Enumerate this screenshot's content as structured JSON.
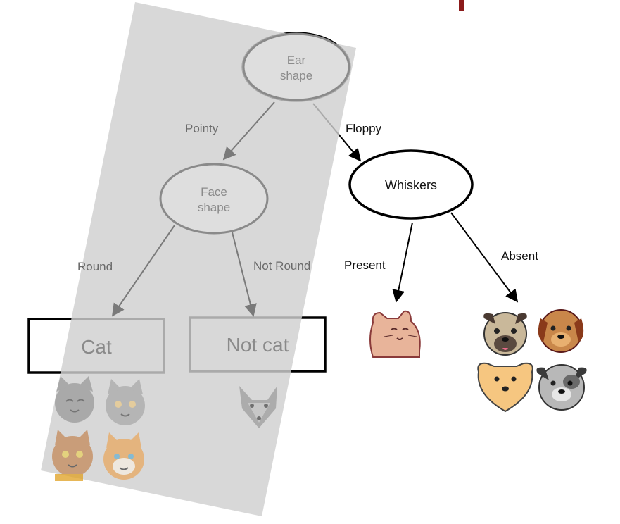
{
  "root_node": {
    "line1": "Ear",
    "line2": "shape"
  },
  "left_node": {
    "line1": "Face",
    "line2": "shape"
  },
  "right_node": {
    "label": "Whiskers"
  },
  "edges": {
    "pointy": "Pointy",
    "floppy": "Floppy",
    "round": "Round",
    "not_round": "Not Round",
    "present": "Present",
    "absent": "Absent"
  },
  "leaves": {
    "cat": "Cat",
    "not_cat": "Not cat"
  },
  "icons": {
    "cat_group": [
      "gray-cat-icon",
      "gray-cat-icon",
      "orange-cat-icon",
      "orange-cat-icon"
    ],
    "not_cat_group": [
      "gray-fox-icon"
    ],
    "present_group": [
      "pink-cat-icon"
    ],
    "absent_group": [
      "pug-icon",
      "brown-dog-icon",
      "yellow-dog-icon",
      "gray-dog-icon"
    ]
  },
  "colors": {
    "active": "#000000",
    "faded": "#8a8a8a",
    "highlight_band": "#d6d6d6",
    "top_marker": "#8b1a1a"
  }
}
